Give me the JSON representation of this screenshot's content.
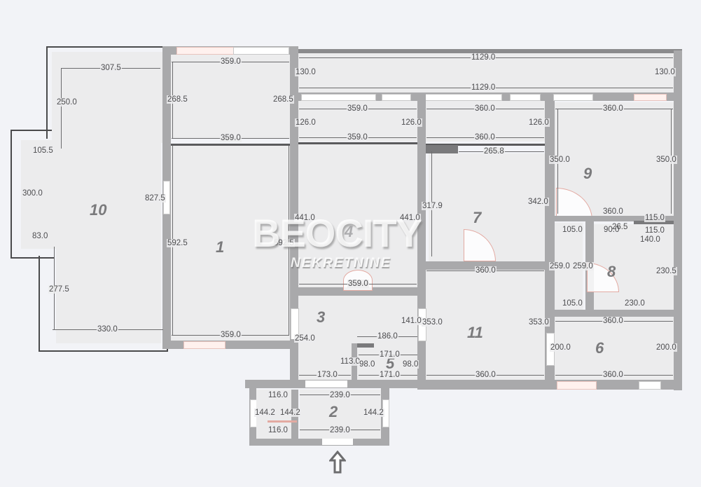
{
  "watermark": {
    "brand": "BEOCITY",
    "sub": "NEKRETNINE"
  },
  "rooms": [
    {
      "id": "1",
      "label": "1"
    },
    {
      "id": "2",
      "label": "2"
    },
    {
      "id": "3",
      "label": "3"
    },
    {
      "id": "4",
      "label": "4"
    },
    {
      "id": "5",
      "label": "5"
    },
    {
      "id": "6",
      "label": "6"
    },
    {
      "id": "7",
      "label": "7"
    },
    {
      "id": "8",
      "label": "8"
    },
    {
      "id": "9",
      "label": "9"
    },
    {
      "id": "10",
      "label": "10"
    },
    {
      "id": "11",
      "label": "11"
    }
  ],
  "dimensions": {
    "r10_top": "307.5",
    "r10_left_upper": "250.0",
    "r10_notch_top": "105.5",
    "r10_left_mid": "300.0",
    "r10_notch_bottom": "83.0",
    "r10_left_lower": "277.5",
    "r10_bottom": "330.0",
    "r10_right": "827.5",
    "balcony_top": "359.0",
    "balcony_left": "268.5",
    "balcony_right": "268.5",
    "balcony_bottom": "359.0",
    "r1_left": "592.5",
    "r1_right": "592.5",
    "r1_bottom": "359.0",
    "terrace_top": "1129.0",
    "terrace_bottom": "1129.0",
    "terrace_left": "130.0",
    "terrace_right": "130.0",
    "b4_top": "359.0",
    "b4_left": "126.0",
    "b4_right": "126.0",
    "b4_bottom": "359.0",
    "b7_top": "360.0",
    "b7_right": "126.0",
    "b7_bottom": "360.0",
    "r9_top": "360.0",
    "r9_left": "350.0",
    "r9_right": "350.0",
    "r9_bottom": "360.0",
    "r4_left": "441.0",
    "r4_right": "441.0",
    "r4_bottom": "359.0",
    "r7_top": "265.8",
    "r7_left": "317.9",
    "r7_right": "342.0",
    "r7_bottom": "360.0",
    "hall_top": "115.0",
    "hall_mid": "115.0",
    "hall_wc": "140.0",
    "small_90": "90.0",
    "small_26": "26.5",
    "corr_top": "105.0",
    "corr_left": "259.0",
    "corr_right": "259.0",
    "corr_bottom": "105.0",
    "r8_right": "230.5",
    "r8_bottom": "230.0",
    "r3_left": "254.0",
    "r3_right": "141.0",
    "r3_bottom": "173.0",
    "r3_step": "186.0",
    "r3_step_h": "113.0",
    "r5_top": "171.0",
    "r5_left": "98.0",
    "r5_right": "98.0",
    "r5_bottom": "171.0",
    "r11_left": "353.0",
    "r11_right": "353.0",
    "r11_bottom": "360.0",
    "r6_top": "360.0",
    "r6_left": "200.0",
    "r6_right": "200.0",
    "r6_bottom": "360.0",
    "r2_top_left": "116.0",
    "r2_top": "239.0",
    "r2_l1": "144.2",
    "r2_l2": "144.2",
    "r2_right": "144.2",
    "r2_bottom_left": "116.0",
    "r2_bottom": "239.0"
  },
  "colors": {
    "wall": "#a9a9ab",
    "room": "#ececed",
    "background": "#f2f3f7",
    "door": "#e3aaa2"
  }
}
